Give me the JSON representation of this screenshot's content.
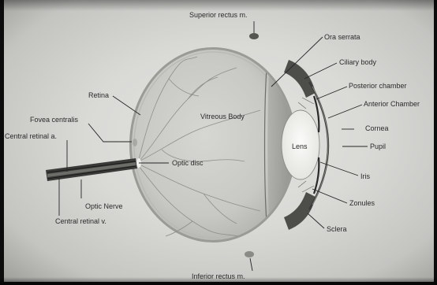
{
  "labels": {
    "superior_rectus": "Superior rectus m.",
    "ora_serrata": "Ora serrata",
    "ciliary_body": "Ciliary body",
    "posterior_chamber": "Posterior chamber",
    "anterior_chamber": "Anterior Chamber",
    "cornea": "Cornea",
    "pupil": "Pupil",
    "iris": "Iris",
    "zonules": "Zonules",
    "sclera": "Sclera",
    "retina": "Retina",
    "fovea_centralis": "Fovea centralis",
    "central_retinal_artery": "Central retinal a.",
    "vitreous_body": "Vitreous Body",
    "lens": "Lens",
    "optic_disc": "Optic disc",
    "optic_nerve": "Optic Nerve",
    "central_retinal_vein": "Central retinal v.",
    "inferior_rectus": "Inferior rectus m."
  },
  "colors": {
    "paper": "#d9d9d6",
    "ink": "#2b2b2b",
    "edge": "#0c0c0c",
    "globe": "#c9c9c5"
  }
}
